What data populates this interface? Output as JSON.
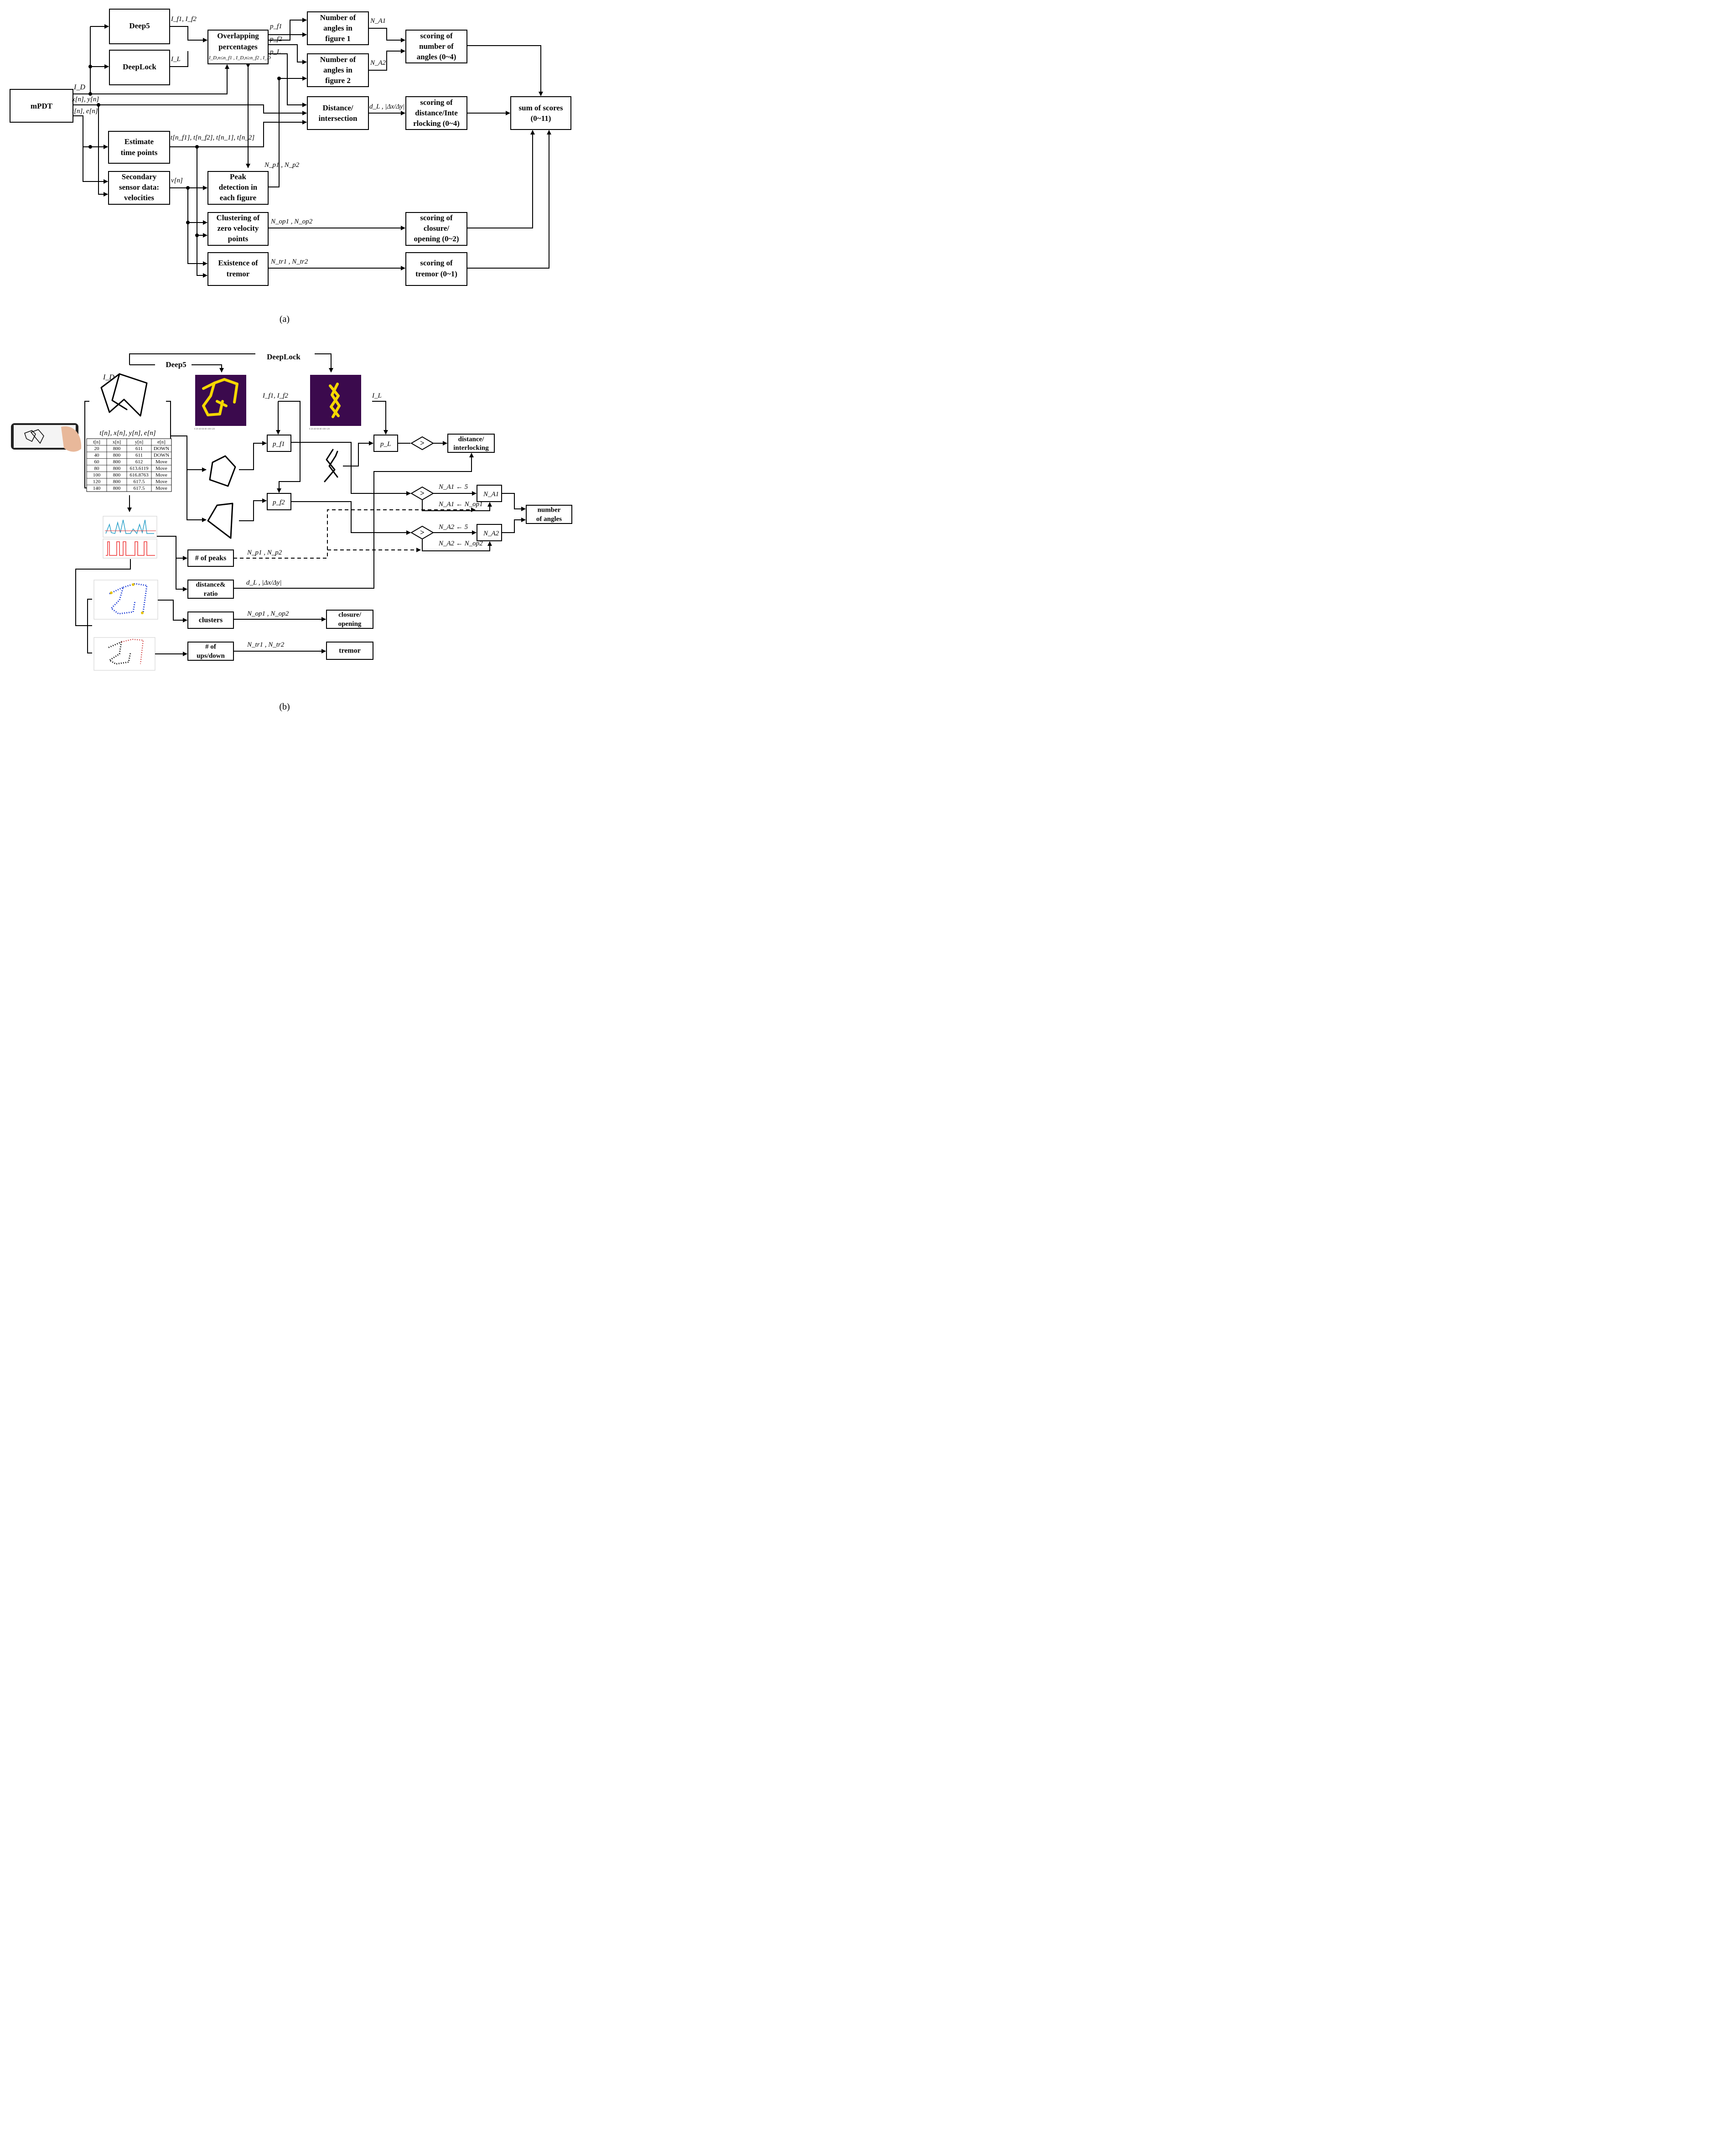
{
  "panel_a": {
    "caption": "(a)",
    "boxes": {
      "mpdt": "mPDT",
      "deep5": "Deep5",
      "deeplock": "DeepLock",
      "overlap": [
        "Overlapping",
        "percentages"
      ],
      "angles1": [
        "Number of",
        "angles in",
        "figure 1"
      ],
      "angles2": [
        "Number of",
        "angles in",
        "figure 2"
      ],
      "distance": [
        "Distance/",
        "intersection"
      ],
      "estimate": [
        "Estimate",
        "time points"
      ],
      "secondary": [
        "Secondary",
        "sensor data:",
        "velocities"
      ],
      "peak": [
        "Peak",
        "detection in",
        "each figure"
      ],
      "cluster": [
        "Clustering of",
        "zero velocity",
        "points"
      ],
      "tremor": [
        "Existence of",
        "tremor"
      ],
      "score_angles": [
        "scoring of",
        "number of",
        "angles (0~4)"
      ],
      "score_distance": [
        "scoring of",
        "distance/Inte",
        "rlocking (0~4)"
      ],
      "sum": [
        "sum of scores",
        "(0~11)"
      ],
      "score_closure": [
        "scoring of",
        "closure/",
        "opening (0~2)"
      ],
      "score_tremor": [
        "scoring of",
        "tremor (0~1)"
      ]
    },
    "labels": {
      "id": "I_D",
      "xy": "x[n], y[n]",
      "te": "t[n], e[n]",
      "if": "I_f1, I_f2",
      "il": "I_L",
      "overlap_sub": "I_D,n≤n_f1 , I_D,n≥n_f2 , I_D",
      "pf1": "p_f1",
      "pf2": "p_f2",
      "pl": "p_L",
      "na1": "N_A1",
      "na2": "N_A2",
      "dl": "d_L , |Δx/Δy|",
      "times": "t[n_f1], t[n_f2], t[n_1], t[n_2]",
      "vn": "v[n]",
      "np": "N_p1 , N_p2",
      "nop": "N_op1 , N_op2",
      "ntr": "N_tr1 , N_tr2"
    }
  },
  "panel_b": {
    "caption": "(b)",
    "deep5": "Deep5",
    "deeplock": "DeepLock",
    "id": "I_D",
    "table_header": "t[n], x[n], y[n], e[n]",
    "table": {
      "columns": [
        "t[n]",
        "x[n]",
        "y[n]",
        "e[n]"
      ],
      "rows": [
        [
          "20",
          "800",
          "611",
          "DOWN"
        ],
        [
          "40",
          "800",
          "611",
          "DOWN"
        ],
        [
          "60",
          "800",
          "612",
          "Move"
        ],
        [
          "80",
          "800",
          "613.6119",
          "Move"
        ],
        [
          "100",
          "800",
          "616.8763",
          "Move"
        ],
        [
          "120",
          "800",
          "617.5",
          "Move"
        ],
        [
          "140",
          "800",
          "617.5",
          "Move"
        ]
      ]
    },
    "if": "I_f1, I_f2",
    "il": "I_L",
    "pf1": "p_f1",
    "pf2": "p_f2",
    "pl": "p_L",
    "gt": ">",
    "distance_box": [
      "distance/",
      "interlocking"
    ],
    "na1_set5": "N_A1 ← 5",
    "na1_setop": "N_A1 ← N_op1",
    "na2_set5": "N_A2 ← 5",
    "na2_setop": "N_A2 ← N_op2",
    "na1": "N_A1",
    "na2": "N_A2",
    "number_angles": [
      "number",
      "of angles"
    ],
    "peaks_box": "# of peaks",
    "np": "N_p1 , N_p2",
    "distratio_box": [
      "distance&",
      "ratio"
    ],
    "dl": "d_L , |Δx/Δy|",
    "clusters_box": "clusters",
    "nop": "N_op1 , N_op2",
    "closure_box": [
      "closure/",
      "opening"
    ],
    "ups_box": [
      "# of",
      "ups/down"
    ],
    "ntr": "N_tr1 , N_tr2",
    "tremor_box": "tremor"
  }
}
